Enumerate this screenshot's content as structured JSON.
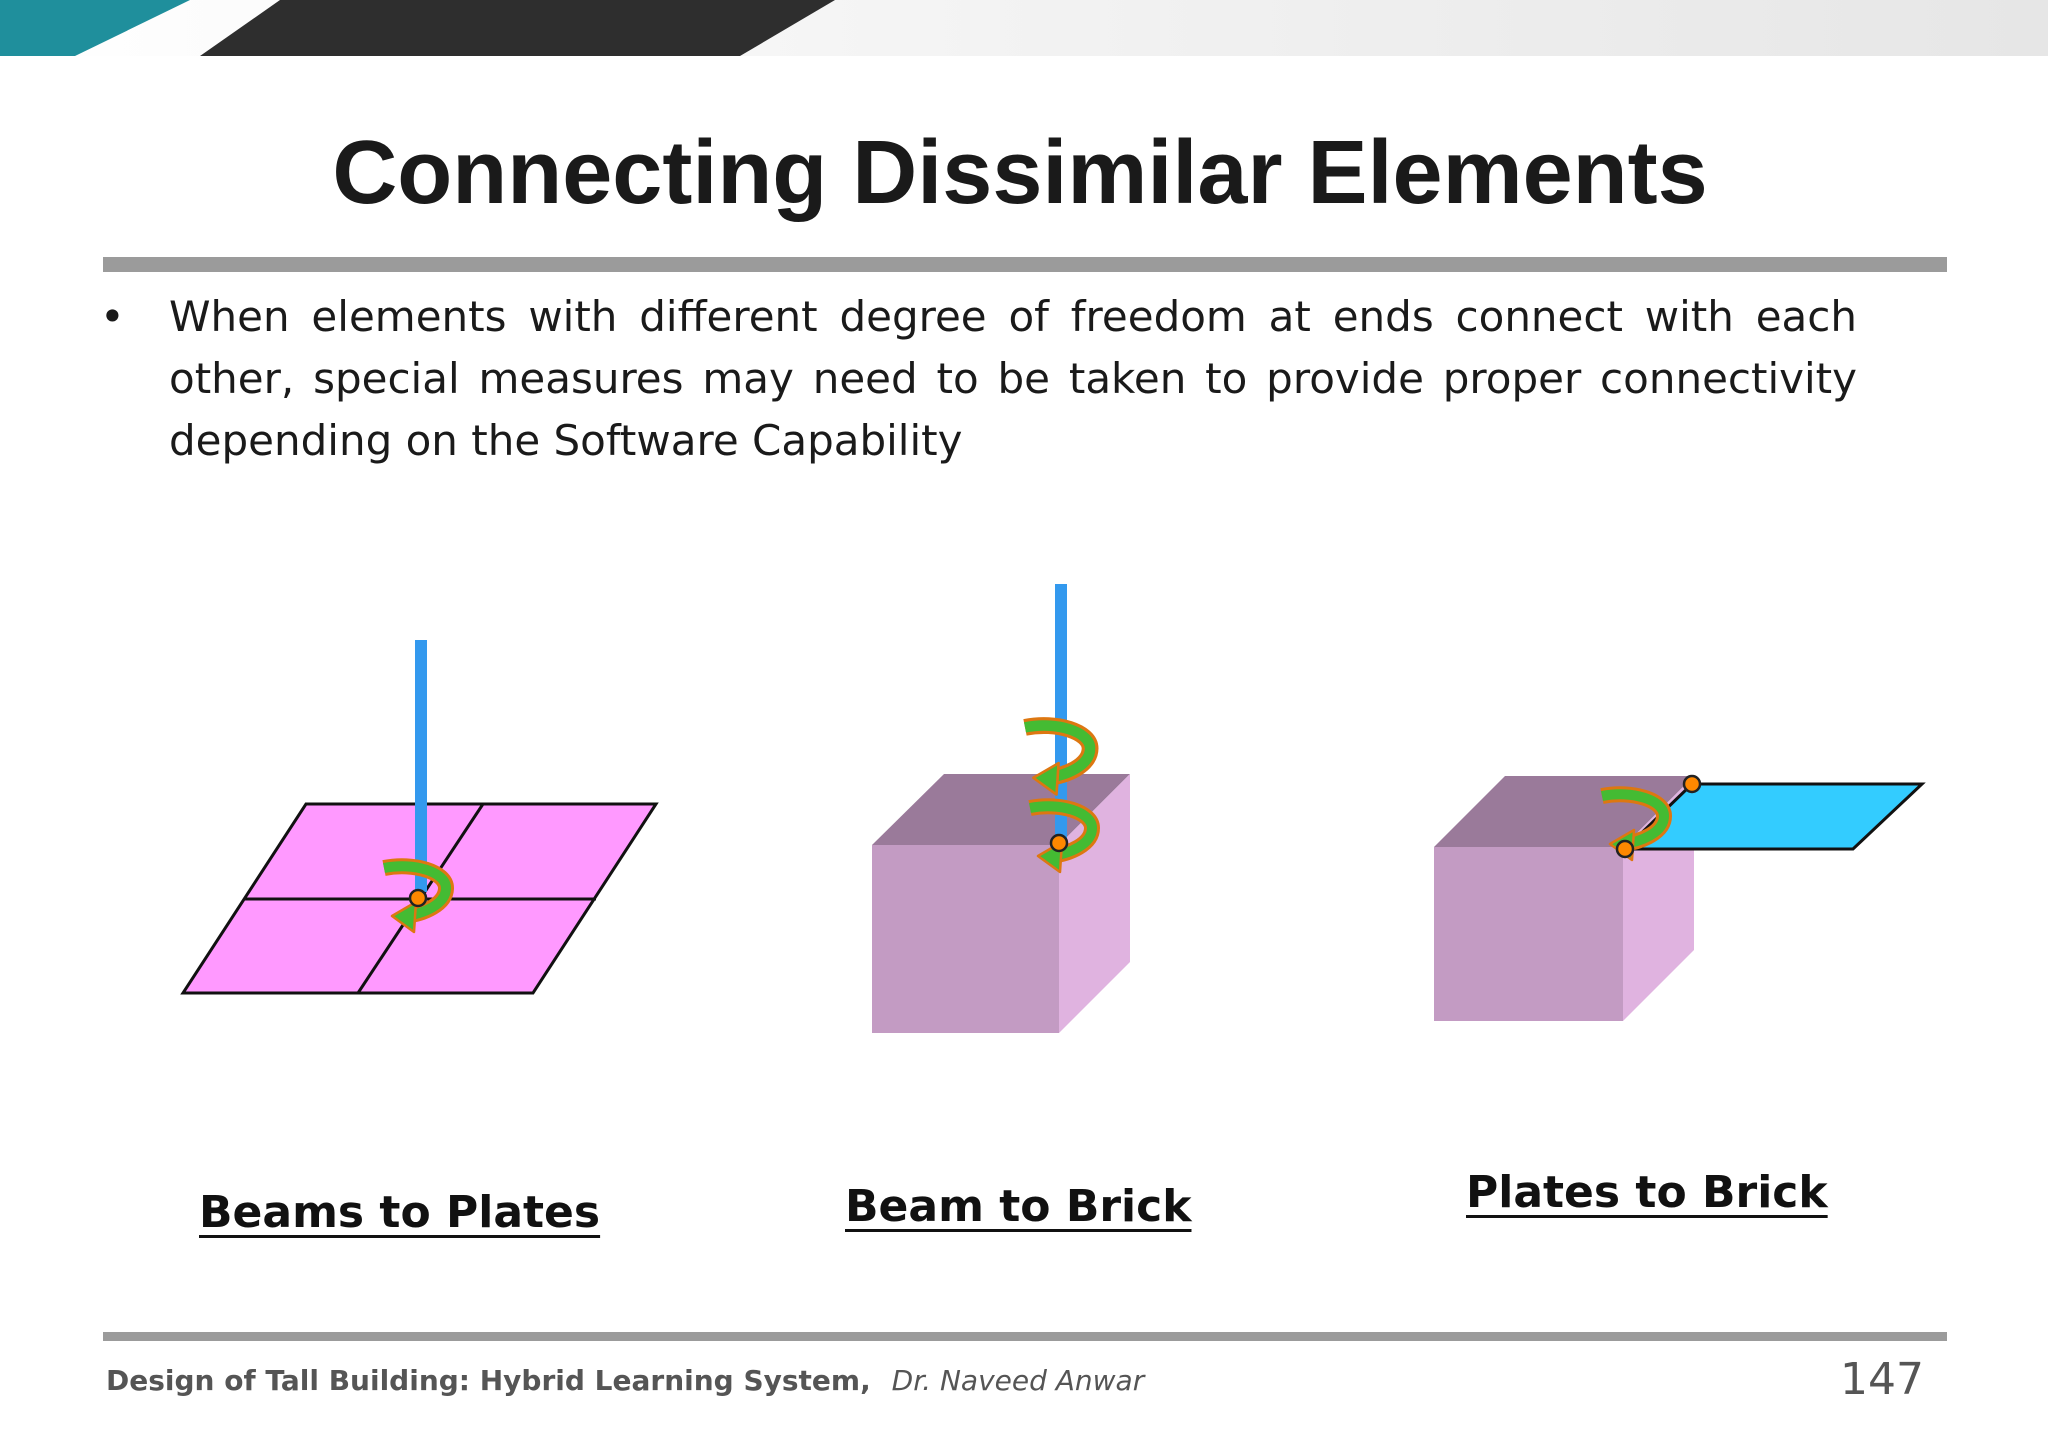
{
  "slide": {
    "title": "Connecting Dissimilar Elements",
    "bullets": [
      {
        "marker": "•",
        "text": "When elements with different degree of freedom at ends connect with each other, special measures may need to be taken to provide proper connectivity depending on the Software Capability"
      }
    ],
    "figures": [
      {
        "caption": "Beams to Plates"
      },
      {
        "caption": "Beam to Brick"
      },
      {
        "caption": "Plates to Brick"
      }
    ],
    "footer": {
      "course": "Design of Tall Building: Hybrid Learning System,",
      "author": "Dr. Naveed Anwar",
      "page_number": "147"
    }
  },
  "colors": {
    "header_teal": "#1f8f9c",
    "header_dark": "#2e2e2e",
    "rule_gray": "#9b9b9b",
    "plate_pink": "#ff99ff",
    "beam_blue": "#3399ee",
    "brick_front": "#c39bc3",
    "brick_top": "#9a7a9a",
    "brick_side": "#e0b3e0",
    "plate_cyan": "#33ccff",
    "rotation_arrow_green": "#44bb33",
    "rotation_arrow_outline": "#dd7711",
    "node_orange": "#ff8800"
  },
  "icons": [
    "rotation-arrow-icon",
    "node-dot-icon"
  ]
}
